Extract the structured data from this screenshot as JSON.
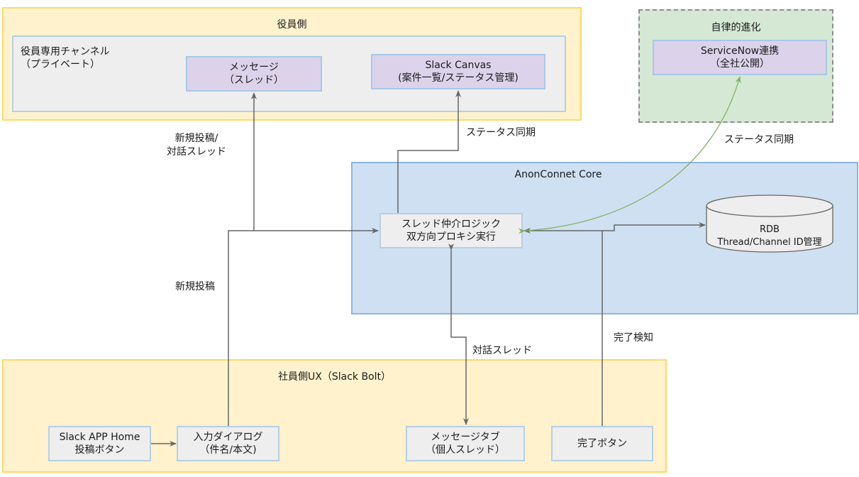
{
  "groups": {
    "executive": {
      "title": "役員側"
    },
    "executive_channel": {
      "title": "役員専用チャンネル\n（プライベート）"
    },
    "evolution": {
      "title": "自律的進化"
    },
    "core": {
      "title": "AnonConnet Core"
    },
    "employee": {
      "title": "社員側UX（Slack Bolt）"
    }
  },
  "nodes": {
    "message_thread": "メッセージ\n（スレッド）",
    "slack_canvas": "Slack Canvas\n(案件一覧/ステータス管理)",
    "servicenow": "ServiceNow連携\n（全社公開）",
    "thread_logic": "スレッド仲介ロジック\n双方向プロキシ実行",
    "rdb": "RDB\nThread/Channel ID管理",
    "app_home": "Slack APP Home\n投稿ボタン",
    "input_dialog": "入力ダイアログ\n（件名/本文)",
    "message_tab": "メッセージタブ\n（個人スレッド）",
    "done_button": "完了ボタン"
  },
  "edge_labels": {
    "new_post_dialog": "新規投稿/\n対話スレッド",
    "status_sync_canvas": "ステータス同期",
    "status_sync_servicenow": "ステータス同期",
    "new_post": "新規投稿",
    "dialog_thread": "対話スレッド",
    "done_detect": "完了検知"
  },
  "colors": {
    "edge": "#666666",
    "edge_green": "#82b366"
  }
}
